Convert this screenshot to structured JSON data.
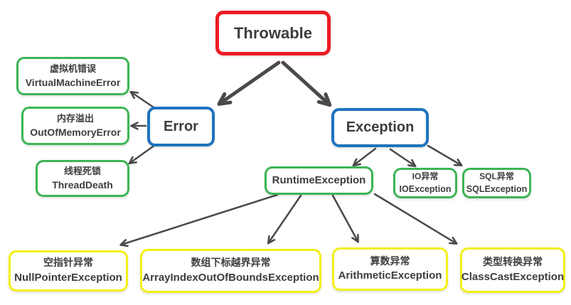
{
  "diagram": {
    "colors": {
      "root_border": "#ed1c24",
      "branch_border": "#1e73be",
      "green_border": "#3cb554",
      "yellow_border": "#f4ef17",
      "text": "#3d3d3d",
      "arrow": "#4a4a4a",
      "background": "#ffffff"
    },
    "nodes": {
      "throwable": {
        "label": "Throwable"
      },
      "error": {
        "label": "Error"
      },
      "exception": {
        "label": "Exception"
      },
      "vm_error": {
        "zh": "虚拟机错误",
        "en": "VirtualMachineError"
      },
      "oom_error": {
        "zh": "内存溢出",
        "en": "OutOfMemoryError"
      },
      "thread_death": {
        "zh": "线程死锁",
        "en": "ThreadDeath"
      },
      "runtime_exception": {
        "label": "RuntimeException"
      },
      "io_exception": {
        "zh": "IO异常",
        "en": "IOException"
      },
      "sql_exception": {
        "zh": "SQL异常",
        "en": "SQLException"
      },
      "null_pointer": {
        "zh": "空指针异常",
        "en": "NullPointerException"
      },
      "array_index": {
        "zh": "数组下标越界异常",
        "en": "ArrayIndexOutOfBoundsException"
      },
      "arithmetic": {
        "zh": "算数异常",
        "en": "ArithmeticException"
      },
      "class_cast": {
        "zh": "类型转换异常",
        "en": "ClassCastException"
      }
    },
    "edges": [
      {
        "from": "Throwable",
        "to": "Error"
      },
      {
        "from": "Throwable",
        "to": "Exception"
      },
      {
        "from": "Error",
        "to": "VirtualMachineError"
      },
      {
        "from": "Error",
        "to": "OutOfMemoryError"
      },
      {
        "from": "Error",
        "to": "ThreadDeath"
      },
      {
        "from": "Exception",
        "to": "RuntimeException"
      },
      {
        "from": "Exception",
        "to": "IOException"
      },
      {
        "from": "Exception",
        "to": "SQLException"
      },
      {
        "from": "RuntimeException",
        "to": "NullPointerException"
      },
      {
        "from": "RuntimeException",
        "to": "ArrayIndexOutOfBoundsException"
      },
      {
        "from": "RuntimeException",
        "to": "ArithmeticException"
      },
      {
        "from": "RuntimeException",
        "to": "ClassCastException"
      }
    ]
  }
}
